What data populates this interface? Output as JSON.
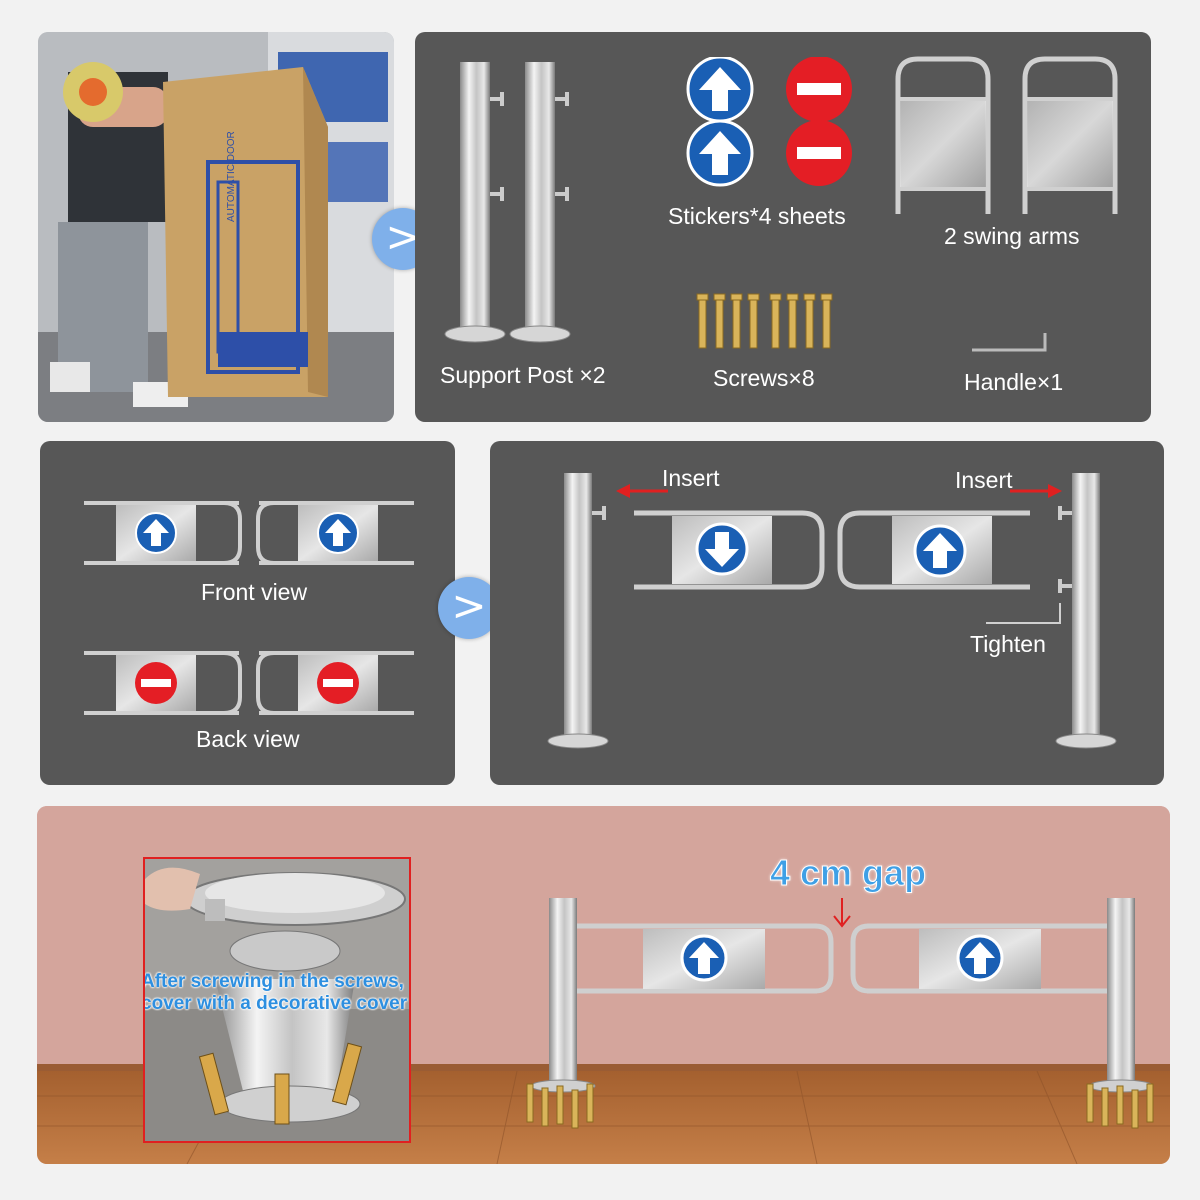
{
  "box_photo": {
    "box_label": "AUTOMATIC DOOR"
  },
  "contents": {
    "support_post_label": "Support Post ×2",
    "stickers_label": "Stickers*4 sheets",
    "swing_arms_label": "2 swing arms",
    "screws_label": "Screws×8",
    "handle_label": "Handle×1"
  },
  "views": {
    "front_label": "Front view",
    "back_label": "Back view"
  },
  "assembly": {
    "insert_left": "Insert",
    "insert_right": "Insert",
    "tighten_label": "Tighten"
  },
  "install": {
    "note_line1": "After screwing in the screws,",
    "note_line2": "cover with a decorative cover",
    "gap_label": "4 cm gap"
  },
  "colors": {
    "panel_dark": "#575757",
    "arrow_blue": "#1a5fb4",
    "stop_red": "#e41e25",
    "step_arrow": "#7fb0ea",
    "wall": "#d6a9a1",
    "floor": "#b26e3d",
    "red_arrow": "#e02020"
  },
  "icons": {
    "step": "chevron-right-icon",
    "arrow": "up-arrow-icon",
    "stop": "no-entry-icon"
  }
}
